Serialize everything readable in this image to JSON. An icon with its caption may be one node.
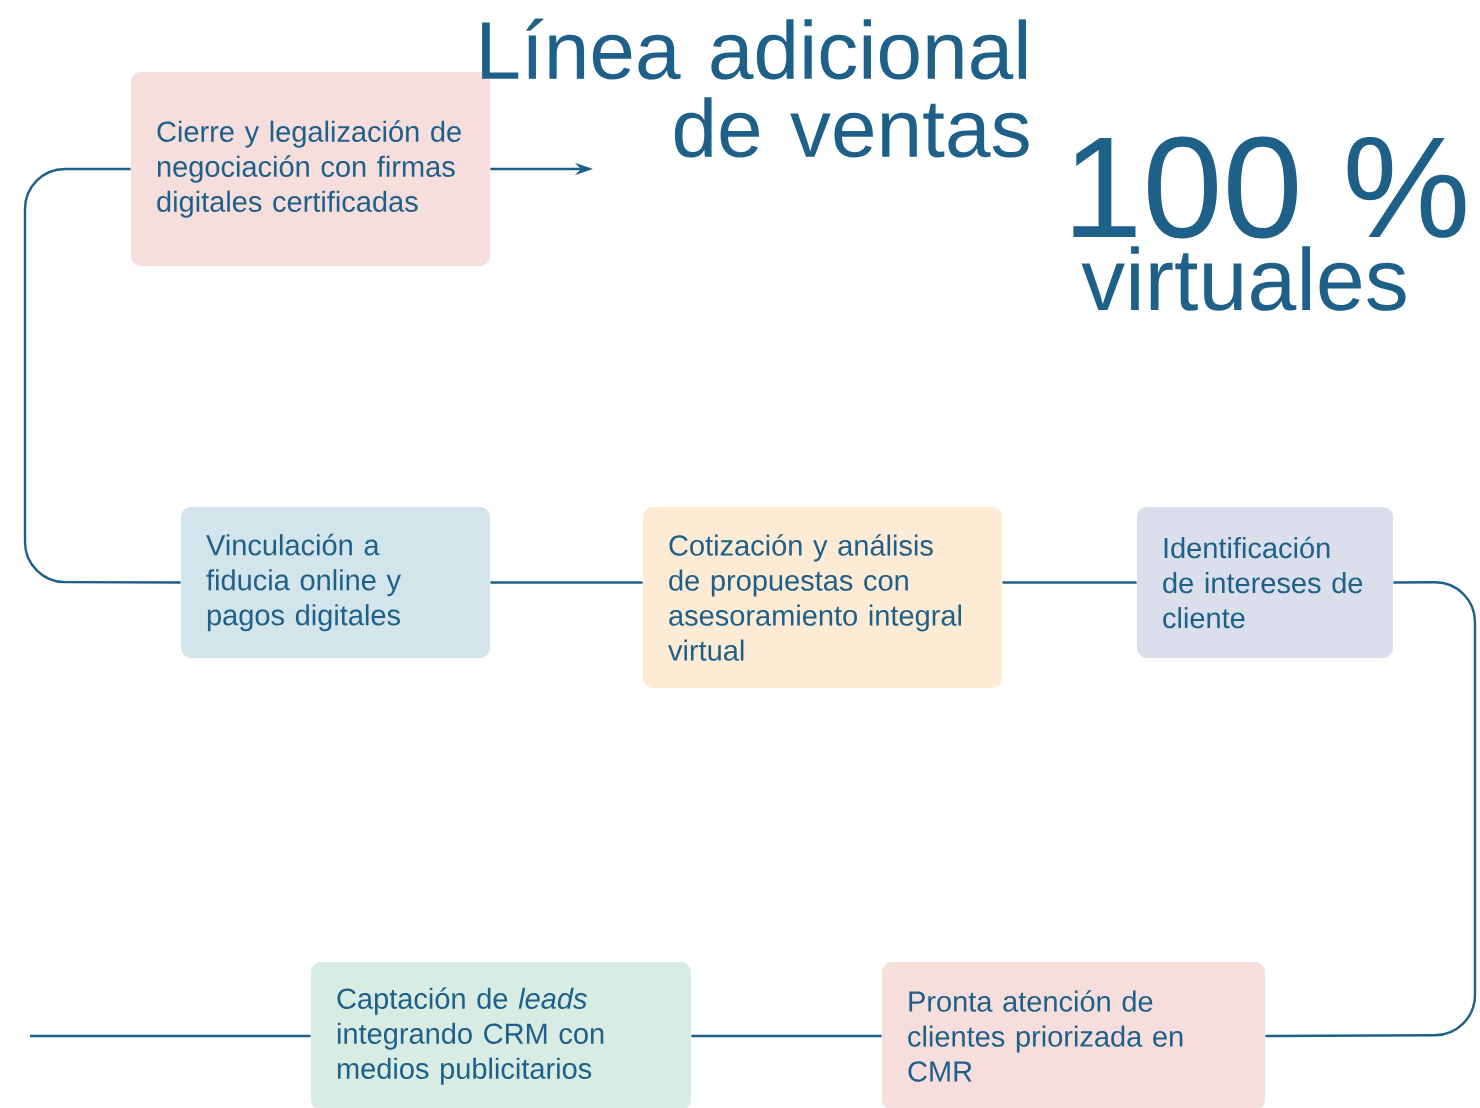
{
  "diagram": {
    "title": "Línea adicional de ventas",
    "nodes": [
      {
        "text": [
          "Cierre y legalización de negociación con firmas digitales certificadas"
        ]
      },
      {
        "text": [
          "Vinculación a fiducia online y pagos digitales"
        ]
      },
      {
        "text": [
          "Cotización y análisis de propuestas con asesoramiento integral virtual"
        ]
      },
      {
        "text": [
          "Identificación de intereses de cliente"
        ]
      },
      {
        "text": [
          "Captación de *leads* integrando CRM con medios publicitarios"
        ]
      },
      {
        "text": [
          "Pronta atención de clientes priorizada en CMR"
        ]
      }
    ],
    "edges": [
      {
        "from": null,
        "to": 4,
        "arrow": "none"
      },
      {
        "from": 4,
        "to": 5,
        "arrow": "none"
      },
      {
        "from": 5,
        "to": 3,
        "arrow": "none"
      },
      {
        "from": 3,
        "to": 2,
        "arrow": "none"
      },
      {
        "from": 2,
        "to": 1,
        "arrow": "none"
      },
      {
        "from": 1,
        "to": 0,
        "arrow": "none"
      },
      {
        "from": 0,
        "to": null,
        "arrow": "to"
      }
    ],
    "labels": [
      "100 %",
      "virtuales"
    ]
  }
}
